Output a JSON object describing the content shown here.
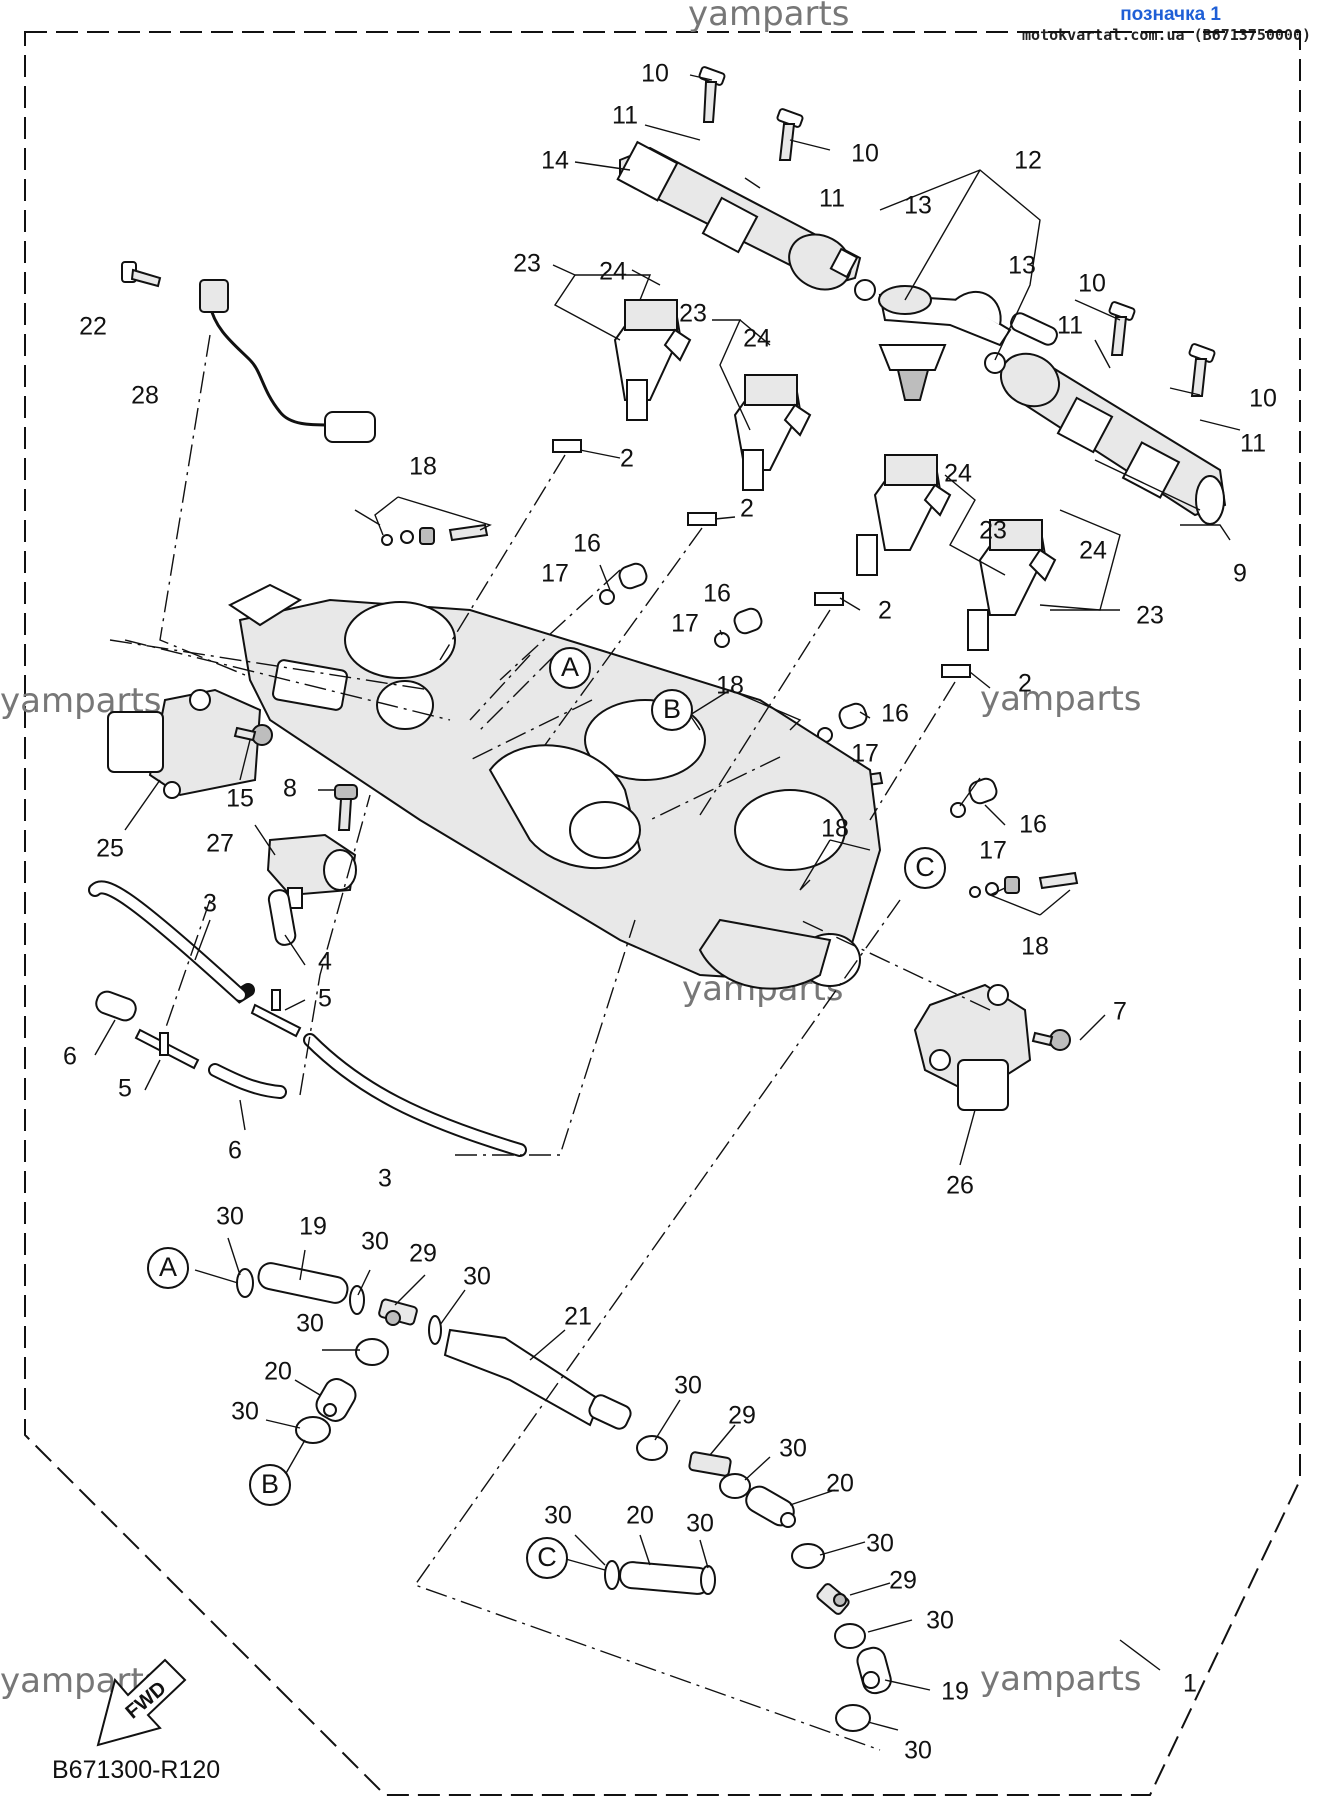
{
  "header": {
    "title": "позначка 1",
    "source": "motokvartal.com.ua (B6713750000)"
  },
  "watermark": "yamparts",
  "diagram_code": "B671300-R120",
  "fwd_label": "FWD",
  "refs": {
    "A": "A",
    "B": "B",
    "C": "C"
  },
  "labels": [
    {
      "id": "p10a",
      "text": "10"
    },
    {
      "id": "p11a",
      "text": "11"
    },
    {
      "id": "p10b",
      "text": "10"
    },
    {
      "id": "p14",
      "text": "14"
    },
    {
      "id": "p11b",
      "text": "11"
    },
    {
      "id": "p12",
      "text": "12"
    },
    {
      "id": "p13a",
      "text": "13"
    },
    {
      "id": "p13b",
      "text": "13"
    },
    {
      "id": "p23a",
      "text": "23"
    },
    {
      "id": "p24a",
      "text": "24"
    },
    {
      "id": "p23b",
      "text": "23"
    },
    {
      "id": "p24b",
      "text": "24"
    },
    {
      "id": "p10c",
      "text": "10"
    },
    {
      "id": "p11c",
      "text": "11"
    },
    {
      "id": "p10d",
      "text": "10"
    },
    {
      "id": "p11d",
      "text": "11"
    },
    {
      "id": "p22",
      "text": "22"
    },
    {
      "id": "p28",
      "text": "28"
    },
    {
      "id": "p2a",
      "text": "2"
    },
    {
      "id": "p18a",
      "text": "18"
    },
    {
      "id": "p2b",
      "text": "2"
    },
    {
      "id": "p16a",
      "text": "16"
    },
    {
      "id": "p17a",
      "text": "17"
    },
    {
      "id": "p24c",
      "text": "24"
    },
    {
      "id": "p23c",
      "text": "23"
    },
    {
      "id": "p24d",
      "text": "24"
    },
    {
      "id": "p9",
      "text": "9"
    },
    {
      "id": "p2c",
      "text": "2"
    },
    {
      "id": "p16b",
      "text": "16"
    },
    {
      "id": "p17b",
      "text": "17"
    },
    {
      "id": "p23d",
      "text": "23"
    },
    {
      "id": "p2d",
      "text": "2"
    },
    {
      "id": "p18b",
      "text": "18"
    },
    {
      "id": "p16c",
      "text": "16"
    },
    {
      "id": "p17c",
      "text": "17"
    },
    {
      "id": "p15",
      "text": "15"
    },
    {
      "id": "p8",
      "text": "8"
    },
    {
      "id": "p18c",
      "text": "18"
    },
    {
      "id": "p16d",
      "text": "16"
    },
    {
      "id": "p25",
      "text": "25"
    },
    {
      "id": "p27",
      "text": "27"
    },
    {
      "id": "p17d",
      "text": "17"
    },
    {
      "id": "p3a",
      "text": "3"
    },
    {
      "id": "p18d",
      "text": "18"
    },
    {
      "id": "p4",
      "text": "4"
    },
    {
      "id": "p5a",
      "text": "5"
    },
    {
      "id": "p7",
      "text": "7"
    },
    {
      "id": "p6a",
      "text": "6"
    },
    {
      "id": "p5b",
      "text": "5"
    },
    {
      "id": "p6b",
      "text": "6"
    },
    {
      "id": "p3b",
      "text": "3"
    },
    {
      "id": "p26",
      "text": "26"
    },
    {
      "id": "p30a",
      "text": "30"
    },
    {
      "id": "p19a",
      "text": "19"
    },
    {
      "id": "p30b",
      "text": "30"
    },
    {
      "id": "p29a",
      "text": "29"
    },
    {
      "id": "p30c",
      "text": "30"
    },
    {
      "id": "p21",
      "text": "21"
    },
    {
      "id": "p30d",
      "text": "30"
    },
    {
      "id": "p20a",
      "text": "20"
    },
    {
      "id": "p30e",
      "text": "30"
    },
    {
      "id": "p30f",
      "text": "30"
    },
    {
      "id": "p29b",
      "text": "29"
    },
    {
      "id": "p30g",
      "text": "30"
    },
    {
      "id": "p20b",
      "text": "20"
    },
    {
      "id": "p30h",
      "text": "30"
    },
    {
      "id": "p20c",
      "text": "20"
    },
    {
      "id": "p30i",
      "text": "30"
    },
    {
      "id": "p30j",
      "text": "30"
    },
    {
      "id": "p29c",
      "text": "29"
    },
    {
      "id": "p30k",
      "text": "30"
    },
    {
      "id": "p19b",
      "text": "19"
    },
    {
      "id": "p1",
      "text": "1"
    },
    {
      "id": "p30l",
      "text": "30"
    }
  ]
}
